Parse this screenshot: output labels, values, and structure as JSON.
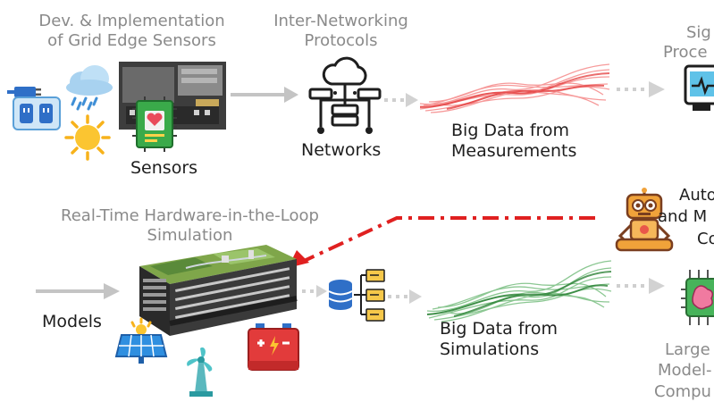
{
  "top_row": {
    "sensors_title_line1": "Dev. & Implementation",
    "sensors_title_line2": "of Grid Edge Sensors",
    "sensors_label": "Sensors",
    "protocols_title_line1": "Inter-Networking",
    "protocols_title_line2": "Protocols",
    "networks_label": "Networks",
    "measurements_label_line1": "Big Data from",
    "measurements_label_line2": "Measurements",
    "signal_title_line1": "Sig",
    "signal_title_line2": "Proce"
  },
  "middle": {
    "auto_line1": "Auto",
    "auto_line2": "and M",
    "auto_line3": "Co"
  },
  "bottom_row": {
    "hil_title_line1": "Real-Time Hardware-in-the-Loop",
    "hil_title_line2": "Simulation",
    "models_label": "Models",
    "simulations_label_line1": "Big Data from",
    "simulations_label_line2": "Simulations",
    "large_line1": "Large",
    "large_line2": "Model-",
    "large_line3": "Compu"
  },
  "colors": {
    "arrow_grey": "#c4c4c4",
    "feedback_red": "#e02020",
    "measurement_wave": "#f04848",
    "simulation_wave": "#2e9a3a"
  },
  "icons": [
    "plug-icon",
    "outlet-icon",
    "rain-cloud-icon",
    "sun-icon",
    "sensor-board-photo",
    "chip-icon",
    "cloud-network-icon",
    "monitor-icon",
    "robot-icon",
    "database-icon",
    "folder-icon",
    "hil-simulator-photo",
    "solar-panel-icon",
    "wind-turbine-icon",
    "battery-icon",
    "brain-chip-icon"
  ]
}
